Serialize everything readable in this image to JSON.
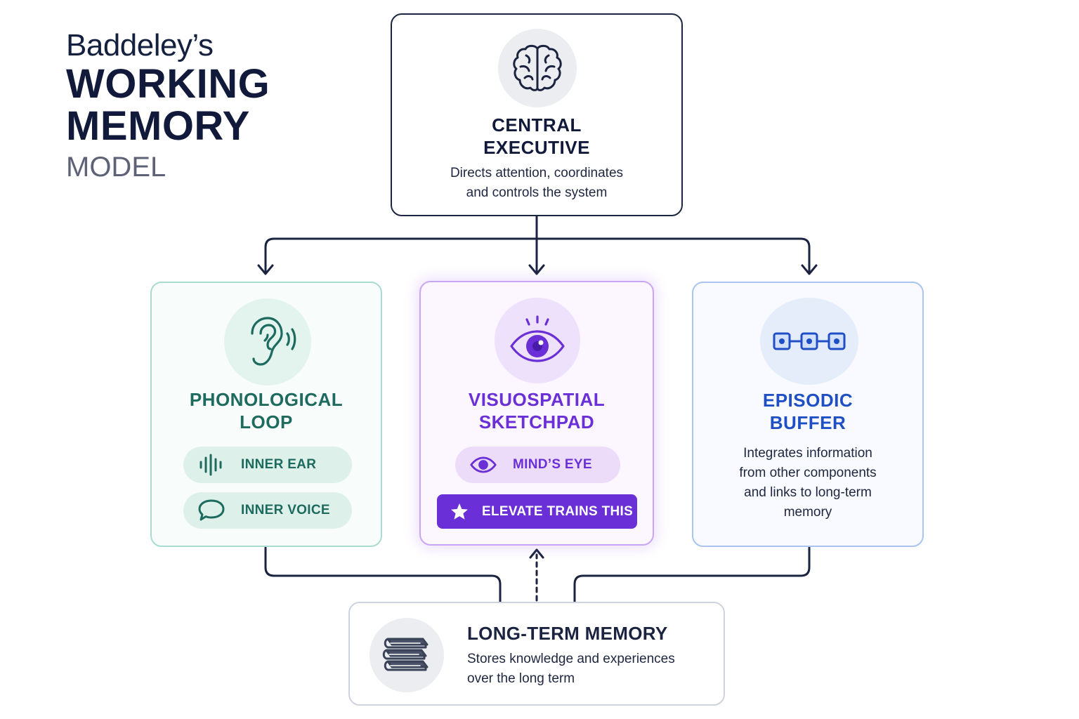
{
  "title": {
    "line1": "Baddeley’s",
    "line2": "WORKING",
    "line3": "MEMORY",
    "line4": "MODEL"
  },
  "central_executive": {
    "title_line1": "CENTRAL",
    "title_line2": "EXECUTIVE",
    "desc_line1": "Directs attention, coordinates",
    "desc_line2": "and controls the system",
    "icon": "brain-icon"
  },
  "phonological_loop": {
    "title_line1": "PHONOLOGICAL",
    "title_line2": "LOOP",
    "icon": "ear-icon",
    "pills": [
      {
        "label": "INNER EAR",
        "icon": "sound-wave-icon"
      },
      {
        "label": "INNER VOICE",
        "icon": "speech-bubble-icon"
      }
    ]
  },
  "visuospatial_sketchpad": {
    "title_line1": "VISUOSPATIAL",
    "title_line2": "SKETCHPAD",
    "icon": "eye-icon",
    "pill": {
      "label": "MIND’S EYE",
      "icon": "eye-icon"
    },
    "badge": {
      "label": "ELEVATE TRAINS THIS",
      "icon": "star-icon"
    }
  },
  "episodic_buffer": {
    "title_line1": "EPISODIC",
    "title_line2": "BUFFER",
    "icon": "chain-links-icon",
    "desc_line1": "Integrates information",
    "desc_line2": "from other components",
    "desc_line3": "and links to long-term",
    "desc_line4": "memory"
  },
  "long_term_memory": {
    "title": "LONG-TERM MEMORY",
    "desc_line1": "Stores knowledge and experiences",
    "desc_line2": "over the long term",
    "icon": "books-icon"
  },
  "colors": {
    "navy": "#14203f",
    "teal": "#1d6b5e",
    "purple": "#6a2fd6",
    "blue": "#1f4fc4",
    "gray": "#5e6276"
  }
}
